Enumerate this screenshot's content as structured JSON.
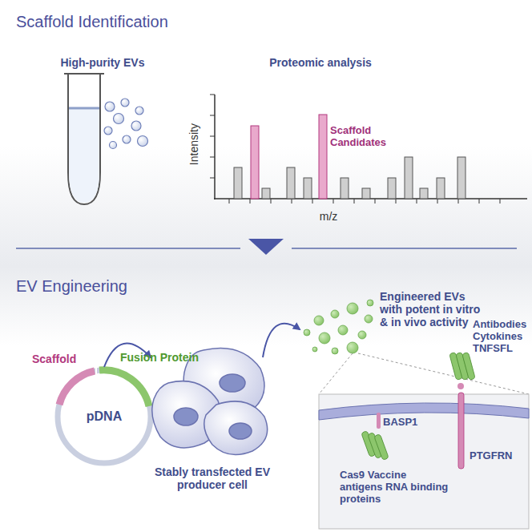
{
  "diagram": {
    "nodes": [
      {
        "text": [
          "pDNA"
        ]
      },
      {
        "text": [
          "Stably transfected EV producer cell"
        ]
      },
      {
        "text": [
          "Engineered EVs with potent in vitro & in vivo activity"
        ]
      }
    ],
    "edges": [
      {
        "from": 0,
        "to": 1,
        "arrow": "to"
      },
      {
        "from": 1,
        "to": 2,
        "arrow": "to"
      }
    ],
    "labels": [
      "Scaffold Identification",
      "High-purity EVs",
      "Proteomic analysis",
      "Scaffold Candidates",
      "Intensity",
      "m/z",
      "EV Engineering",
      "Scaffold",
      "Fusion Protein",
      "BASP1",
      "PTGFRN",
      "Cas9 Vaccine antigens RNA binding proteins",
      "Antibodies Cytokines TNFSFL"
    ]
  }
}
